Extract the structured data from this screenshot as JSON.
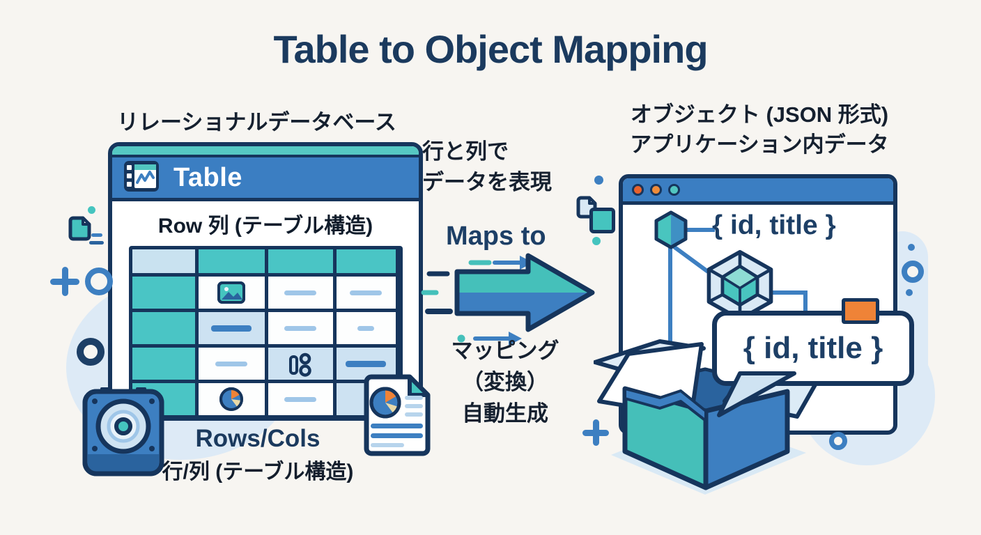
{
  "title": "Table to Object Mapping",
  "left_panel": {
    "label": "リレーショナルデータベース",
    "window_title": "Table",
    "row_label": "Row 列 (テーブル構造)",
    "caption_en": "Rows/Cols",
    "caption_jp": "行/列 (テーブル構造)",
    "grid": {
      "rows": [
        [
          {
            "bg": "light",
            "content": "none"
          },
          {
            "bg": "teal",
            "content": "none"
          },
          {
            "bg": "teal",
            "content": "none"
          },
          {
            "bg": "teal",
            "content": "none"
          }
        ],
        [
          {
            "bg": "teal",
            "content": "none"
          },
          {
            "bg": "white",
            "content": "icon-image"
          },
          {
            "bg": "white",
            "content": "dash-light"
          },
          {
            "bg": "white",
            "content": "dash-light"
          }
        ],
        [
          {
            "bg": "teal",
            "content": "none"
          },
          {
            "bg": "lblue",
            "content": "dash-blue"
          },
          {
            "bg": "white",
            "content": "dash-light"
          },
          {
            "bg": "white",
            "content": "dash-small"
          }
        ],
        [
          {
            "bg": "teal",
            "content": "none"
          },
          {
            "bg": "white",
            "content": "dash-light"
          },
          {
            "bg": "lblue",
            "content": "icon-chart"
          },
          {
            "bg": "lblue",
            "content": "dash-blue"
          }
        ],
        [
          {
            "bg": "teal",
            "content": "none"
          },
          {
            "bg": "white",
            "content": "icon-pie"
          },
          {
            "bg": "white",
            "content": "dash-light"
          },
          {
            "bg": "lblue",
            "content": "none"
          }
        ]
      ]
    }
  },
  "middle": {
    "top_note_line1": "行と列で",
    "top_note_line2": "データを表現",
    "maps_to": "Maps to",
    "bottom_note_line1": "マッピング",
    "bottom_note_line2": "（変換）",
    "bottom_note_line3": "自動生成"
  },
  "right_panel": {
    "label_line1": "オブジェクト (JSON 形式)",
    "label_line2": "アプリケーション内データ",
    "object_fields": "{ id, title }",
    "bubble_text": "{ id, title }"
  },
  "colors": {
    "navy_outline": "#16355c",
    "title_navy": "#1b3a5e",
    "blue": "#3d7fc1",
    "mid_blue": "#2a639e",
    "teal": "#45c4bf",
    "grid_teal": "#4ac5c5",
    "light_blue": "#c9e2f0",
    "pale_blue": "#ddeaf6",
    "orange": "#ef8337",
    "background": "#f7f5f1"
  }
}
